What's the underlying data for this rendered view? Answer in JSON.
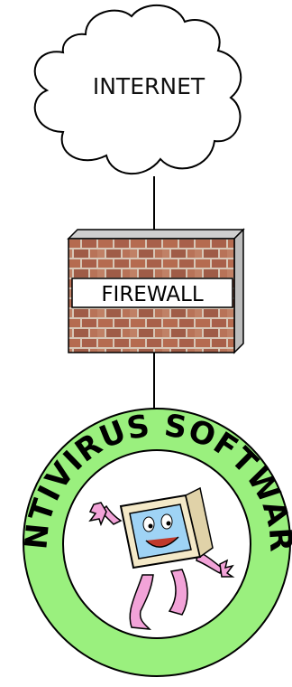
{
  "diagram": {
    "internet_label": "INTERNET",
    "firewall_label": "FIREWALL",
    "antivirus_label": "ANTIVIRUS SOFTWARE",
    "colors": {
      "ring": "#9af07e",
      "brick": "#b06a4e",
      "mortar": "#d9c7b8",
      "line": "#000000"
    },
    "icons": {
      "cloud": "cloud-icon",
      "brick_wall": "brick-wall-icon",
      "mascot": "computer-mascot-icon"
    }
  }
}
